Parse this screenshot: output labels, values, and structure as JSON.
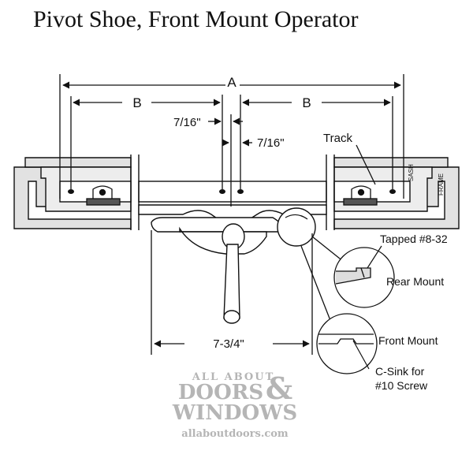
{
  "title": "Pivot Shoe, Front Mount Operator",
  "dimensions": {
    "a": "A",
    "b_left": "B",
    "b_right": "B",
    "offset_left": "7/16\"",
    "offset_right": "7/16\"",
    "handle_width": "7-3/4\""
  },
  "callouts": {
    "track": "Track",
    "sash": "SASH",
    "frame": "FRAME",
    "tapped": "Tapped #8-32",
    "rear_mount": "Rear Mount",
    "front_mount": "Front Mount",
    "csink_line1": "C-Sink for",
    "csink_line2": "#10 Screw"
  },
  "watermark": {
    "line1": "ALL ABOUT",
    "line2": "DOORS",
    "ampersand": "&",
    "line3": "WINDOWS",
    "url": "allaboutdoors.com"
  },
  "colors": {
    "line": "#111111",
    "track_fill": "#e2e2e2",
    "watermark": "#b5b5b5"
  }
}
